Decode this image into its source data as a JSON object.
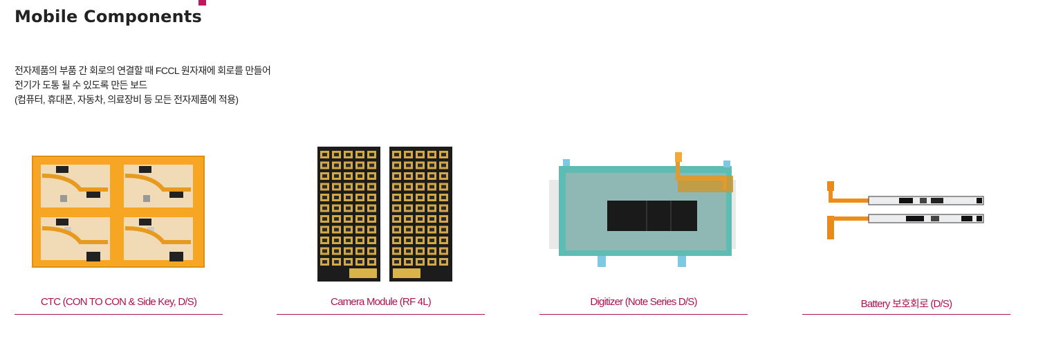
{
  "page": {
    "title": "Mobile Components",
    "accent_color": "#c0185d",
    "caption_color": "#b0124f"
  },
  "description": {
    "lines": [
      "전자제품의 부품 간 회로의 연결할 때 FCCL 원자재에 회로를 만들어",
      "전기가 도통 될 수 있도록 만든 보드",
      "(컴퓨터, 휴대폰, 자동차, 의료장비 등 모든 전자제품에 적용)"
    ]
  },
  "products": [
    {
      "caption": "CTC (CON TO CON & Side Key, D/S)",
      "image": "orange-flex-pcb-panel"
    },
    {
      "caption": "Camera Module (RF 4L)",
      "image": "black-camera-module-panels"
    },
    {
      "caption": "Digitizer (Note Series D/S)",
      "image": "digitizer-sheet"
    },
    {
      "caption": "Battery 보호회로 (D/S)",
      "image": "battery-protection-circuit"
    }
  ]
}
